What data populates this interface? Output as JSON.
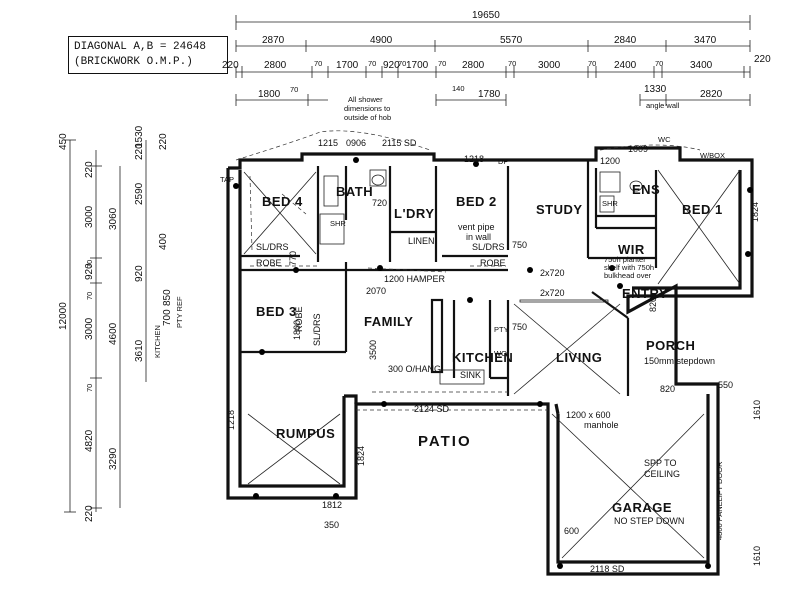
{
  "note": {
    "line1": "DIAGONAL A,B = 24648",
    "line2": "(BRICKWORK O.M.P.)"
  },
  "rooms": {
    "bed4": "BED 4",
    "bath": "BATH",
    "ldry": "L'DRY",
    "bed2": "BED 2",
    "study": "STUDY",
    "ens": "ENS",
    "bed1": "BED 1",
    "wir": "WIR",
    "bed3": "BED 3",
    "family": "FAMILY",
    "kitchen": "KITCHEN",
    "living": "LIVING",
    "entry": "ENTRY",
    "porch": "PORCH",
    "rumpus": "RUMPUS",
    "patio": "PATIO",
    "garage": "GARAGE"
  },
  "labels": {
    "robe1": "ROBE",
    "robe2": "ROBE",
    "robe3": "ROBE",
    "sl_drs1": "SL/DRS",
    "sl_drs2": "SL/DRS",
    "sl_drs3": "SL/DRS",
    "linen": "LINEN",
    "shr1": "SHR",
    "shr2": "SHR",
    "wc": "WC",
    "shower_note1": "All shower",
    "shower_note2": "dimensions to",
    "shower_note3": "outside of hob",
    "vent_pipe1": "vent pipe",
    "vent_pipe2": "in wall",
    "hamper": "1200 HAMPER",
    "oh": "300 O/HANG",
    "sink": "SINK",
    "pty": "PTY",
    "wo": "WO",
    "stepdown": "150mm stepdown",
    "garage_note": "NO STEP DOWN",
    "manhole1": "1200 x 600",
    "manhole2": "manhole",
    "spp1": "SPP TO",
    "spp2": "CEILING",
    "angle_wall": "angle wall",
    "panel_door": "4800 PANELIFT DOOR",
    "kitchen_v": "KITCHEN",
    "pty_ref": "PTY REF",
    "planter": "750h planter",
    "planter2": "shelf with 750h",
    "planter3": "bulkhead over",
    "wbox": "W/BOX",
    "tap": "TAP",
    "dp": "DP"
  },
  "dims_top": {
    "overall": "19650",
    "row1": [
      "2870",
      "4900",
      "5570",
      "2840",
      "3470"
    ],
    "row2": [
      "220",
      "2800",
      "70",
      "1700",
      "70",
      "920",
      "70",
      "1700",
      "70",
      "2800",
      "70",
      "3000",
      "70",
      "2400",
      "70",
      "3400",
      "220"
    ],
    "row3": [
      "1800",
      "70",
      "140",
      "1780",
      "1330",
      "2820"
    ],
    "bath_dims": [
      "1215",
      "0906",
      "2115 SD",
      "1200",
      "1009"
    ]
  },
  "dims_left": {
    "overall": "12000",
    "col1": [
      "450",
      "220",
      "3000",
      "70",
      "920",
      "70",
      "3000",
      "70",
      "4820",
      "220"
    ],
    "col2": [
      "3060",
      "4600",
      "3290"
    ],
    "col3": [
      "1530",
      "2590",
      "400",
      "920",
      "3610",
      "700",
      "850",
      "220",
      "220"
    ]
  },
  "dims_misc": {
    "d2070": "2070",
    "d720": "720",
    "d770": "770",
    "d750a": "750",
    "d750b": "750",
    "d2x720a": "2x720",
    "d2x720b": "2x720",
    "d1800": "1800",
    "d3500": "3500",
    "d350": "350",
    "d1824": "1824",
    "d1812": "1812",
    "d1218": "1218",
    "d2118": "2118 SD",
    "d2124": "2124 SD",
    "d1610a": "1610",
    "d1610b": "1610",
    "d600": "600",
    "d820": "820",
    "d820b": "820",
    "d1824b": "1824",
    "d550": "550"
  }
}
